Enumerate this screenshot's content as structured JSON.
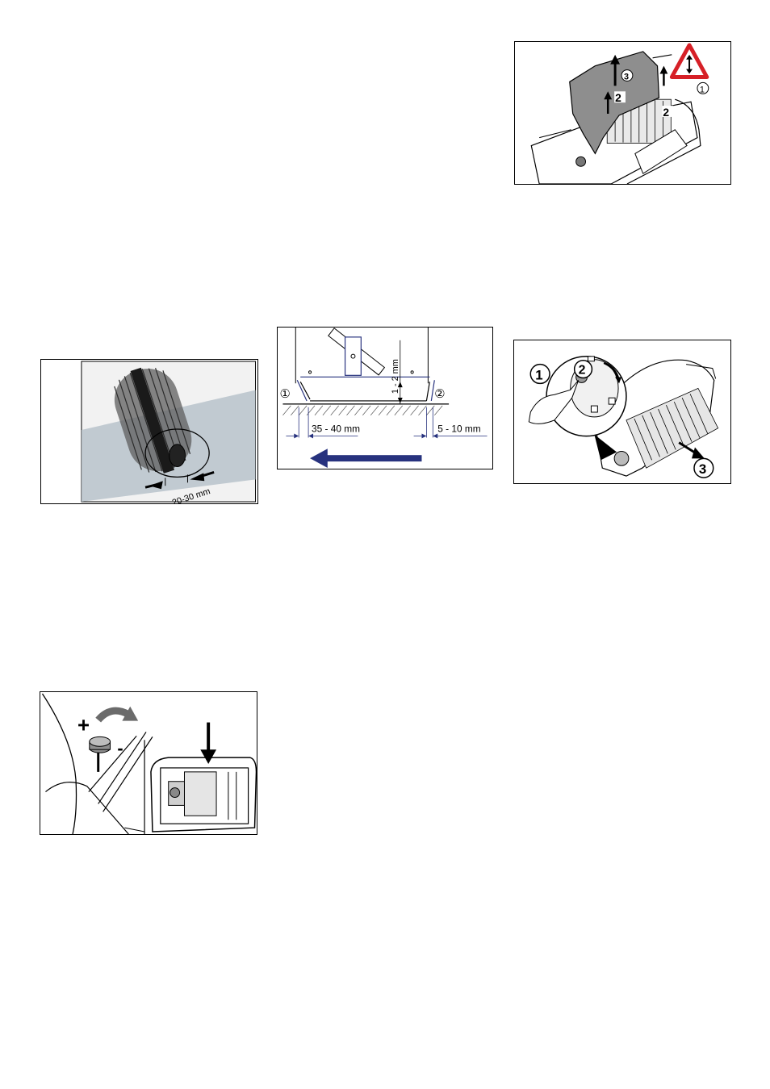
{
  "figures": {
    "brush_roller": {
      "dimension_label": "20-30 mm"
    },
    "gap_diagram": {
      "marker_1": "①",
      "marker_2": "②",
      "height_label": "1 - 2 mm",
      "left_label": "35 - 40 mm",
      "right_label": "5 - 10 mm"
    },
    "height_knob": {
      "plus": "+",
      "minus": "-"
    },
    "cover_removal": {
      "callout_1": "1",
      "callout_2a": "2",
      "callout_2b": "2",
      "callout_3": "3"
    },
    "brush_removal": {
      "callout_1": "1",
      "callout_2": "2",
      "callout_3": "3"
    }
  },
  "colors": {
    "diagram_blue": "#27327e",
    "grey_fill": "#8e8e8e",
    "light_grey": "#c9ced3",
    "warning_red": "#d62027"
  }
}
